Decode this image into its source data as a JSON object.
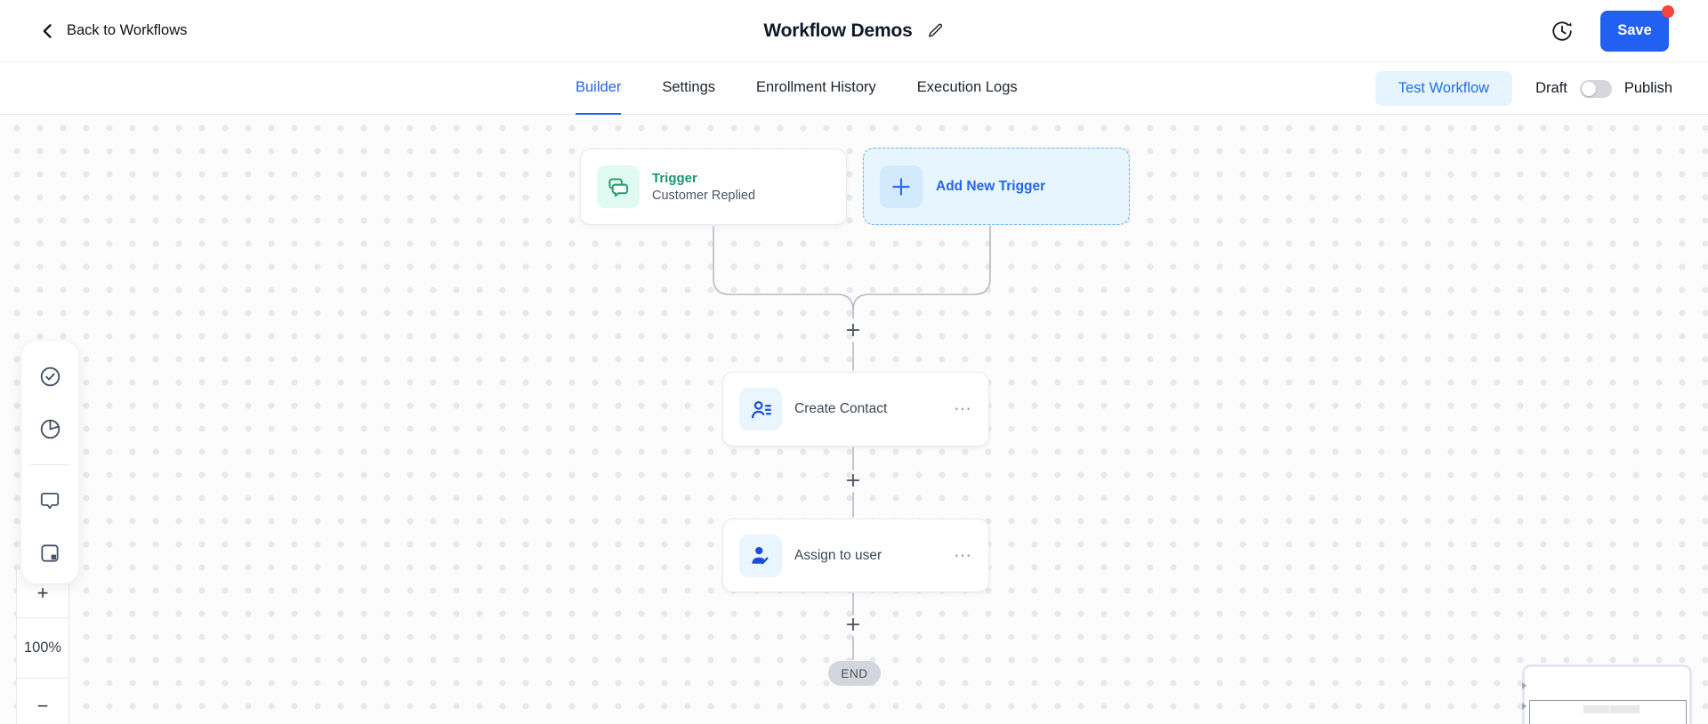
{
  "header": {
    "back_label": "Back to Workflows",
    "title": "Workflow Demos",
    "save_label": "Save"
  },
  "tabs": {
    "items": [
      {
        "label": "Builder",
        "active": true
      },
      {
        "label": "Settings",
        "active": false
      },
      {
        "label": "Enrollment History",
        "active": false
      },
      {
        "label": "Execution Logs",
        "active": false
      }
    ],
    "test_workflow_label": "Test Workflow",
    "draft_label": "Draft",
    "publish_label": "Publish",
    "publish_toggle_state": "off"
  },
  "canvas": {
    "trigger_node": {
      "title": "Trigger",
      "subtitle": "Customer Replied"
    },
    "add_trigger_label": "Add New Trigger",
    "action_nodes": [
      {
        "label": "Create Contact"
      },
      {
        "label": "Assign to user"
      }
    ],
    "menu_glyph": "⋯",
    "plus_symbol": "+",
    "end_label": "END"
  },
  "zoom_controls": {
    "zoom_in": "+",
    "level": "100%",
    "zoom_out": "−"
  },
  "side_toolbar_icons": [
    "check-circle",
    "pie-chart",
    "comment-bubble",
    "sticky-note"
  ],
  "colors": {
    "accent_blue": "#2160f0",
    "tab_active_blue": "#2563eb",
    "trigger_green": "#17976f",
    "save_badge_red": "#f2453c",
    "connector_gray": "#b5bbc5",
    "canvas_dot": "#e8e8ed",
    "end_pill_gray": "#d3d7dd"
  }
}
